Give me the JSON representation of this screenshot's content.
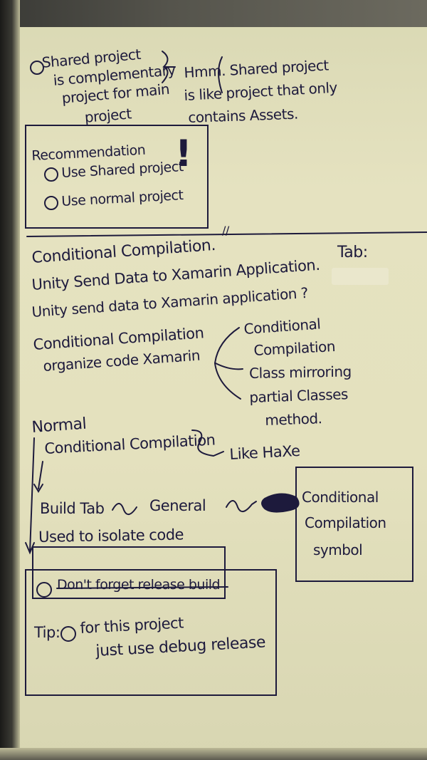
{
  "section1": {
    "left_note": [
      "Shared project",
      "is complementary",
      "project for main",
      "project"
    ],
    "right_note": [
      "Hmm. Shared project",
      "is like project that only",
      "contains Assets."
    ],
    "recommendation": {
      "heading": "Recommendation",
      "items": [
        "Use Shared project",
        "Use normal project"
      ],
      "exclaim": "!"
    }
  },
  "divider_mark": "//",
  "section2": {
    "tab_label": "Tab:",
    "lines": [
      "Conditional Compilation.",
      "Unity Send Data to Xamarin Application.",
      "Unity send data to Xamarin application ?",
      "Conditional Compilation",
      "organize code Xamarin"
    ],
    "branches": [
      "Conditional",
      "Compilation",
      "Class mirroring",
      "partial Classes",
      "method."
    ]
  },
  "section3": {
    "normal": "Normal",
    "cond": "Conditional Compilation",
    "like": "Like HaXe",
    "build_tab": "Build Tab",
    "general": "General",
    "symbol_box": [
      "Conditional",
      "Compilation",
      "symbol"
    ],
    "used": "Used to isolate code",
    "dont_forget": "Don't forget release build",
    "tip_label": "Tip:",
    "tip_text": [
      "for this project",
      "just use debug release"
    ]
  }
}
